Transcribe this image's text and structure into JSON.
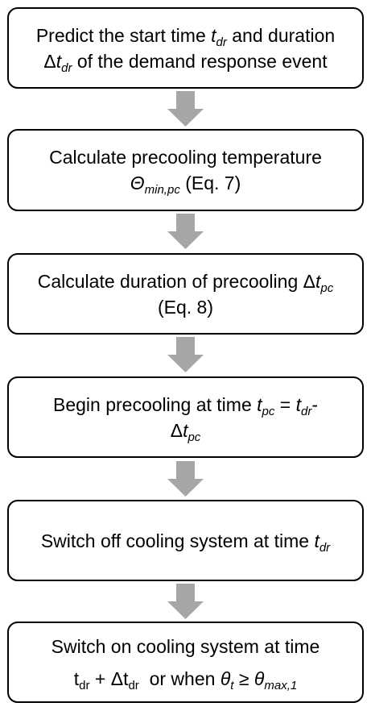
{
  "steps": [
    {
      "line1": {
        "a": "Predict the start time ",
        "b": "t",
        "b_sub": "dr",
        "c": " and duration"
      },
      "line2": {
        "a": "Δ",
        "b": "t",
        "b_sub": "dr",
        "c": " of the demand response event"
      }
    },
    {
      "line1": {
        "a": "Calculate precooling temperature"
      },
      "line2": {
        "a": "Θ",
        "a_sub": "min,pc",
        "b": " (Eq. 7)"
      }
    },
    {
      "line1": {
        "a": "Calculate duration of precooling Δ",
        "b": "t",
        "b_sub": "pc"
      },
      "line2": {
        "a": "(Eq. 8)"
      }
    },
    {
      "line1": {
        "a": "Begin precooling at time ",
        "b": "t",
        "b_sub": "pc",
        "c": " = ",
        "d": "t",
        "d_sub": "dr",
        "e": "-"
      },
      "line2": {
        "a": "Δ",
        "b": "t",
        "b_sub": "pc"
      }
    },
    {
      "line1": {
        "a": "Switch off cooling system at time ",
        "b": "t",
        "b_sub": "dr"
      }
    },
    {
      "line1": {
        "a": "Switch on cooling system at time"
      },
      "line2": {
        "a": "t",
        "a_sub": "dr",
        "b": " + Δt",
        "b_sub": "dr",
        "c": "  or when ",
        "d": "θ",
        "d_sub": "t",
        "e": " ≥ ",
        "f": "θ",
        "f_sub": "max,1"
      }
    }
  ],
  "colors": {
    "arrow": "#a6a6a6",
    "border": "#000000",
    "text": "#000000",
    "background": "#ffffff"
  },
  "icons": {
    "connector": "down-arrow-icon"
  }
}
